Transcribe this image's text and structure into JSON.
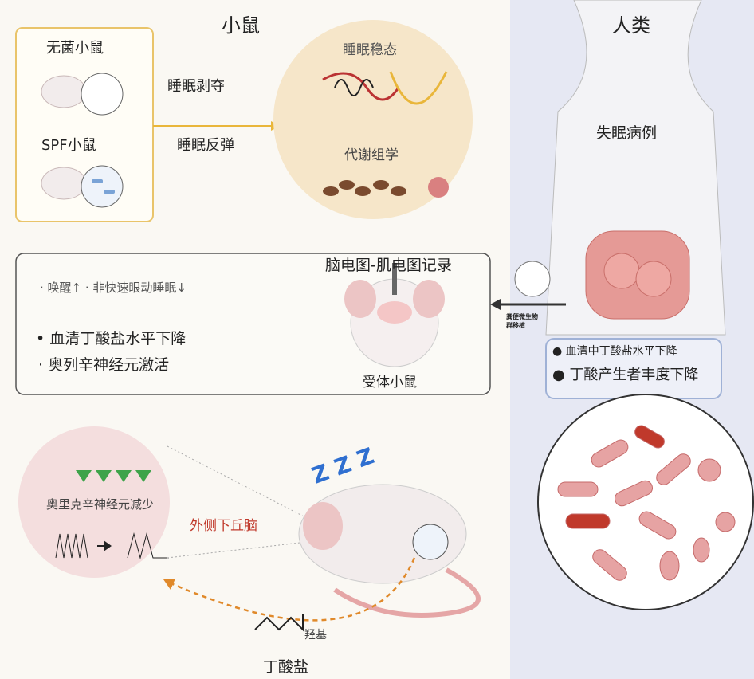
{
  "mouse_section": {
    "title": "小鼠",
    "germ_free_label": "无菌小鼠",
    "spf_label": "SPF小鼠",
    "sleep_deprivation": "睡眠剥夺",
    "sleep_rebound": "睡眠反弹",
    "sleep_homeostasis": "睡眠稳态",
    "metabolomics": "代谢组学",
    "eeg_emg": "脑电图-肌电图记录",
    "recipient_mouse": "受体小鼠",
    "phenotype_line": "· 唤醒↑ · 非快速眼动睡眠↓",
    "findings": [
      "• 血清丁酸盐水平下降",
      "· 奥列辛神经元激活"
    ],
    "orexin_decrease": "奥里克辛神经元减少",
    "lateral_hypothalamus": "外侧下丘脑",
    "hydroxyl": "羟基",
    "butyrate": "丁酸盐",
    "sleep_z": "Z Z Z"
  },
  "human_section": {
    "title": "人类",
    "insomnia_cases": "失眠病例",
    "fmt_label_1": "粪便微生物",
    "fmt_label_2": "群移植",
    "findings": [
      "血清中丁酸盐水平下降",
      "丁酸产生者丰度下降"
    ]
  },
  "colors": {
    "accent_yellow": "#e9b63a",
    "red_label": "#c0392b",
    "orange_arrow": "#e0892a",
    "right_bg": "#e6e8f3"
  }
}
